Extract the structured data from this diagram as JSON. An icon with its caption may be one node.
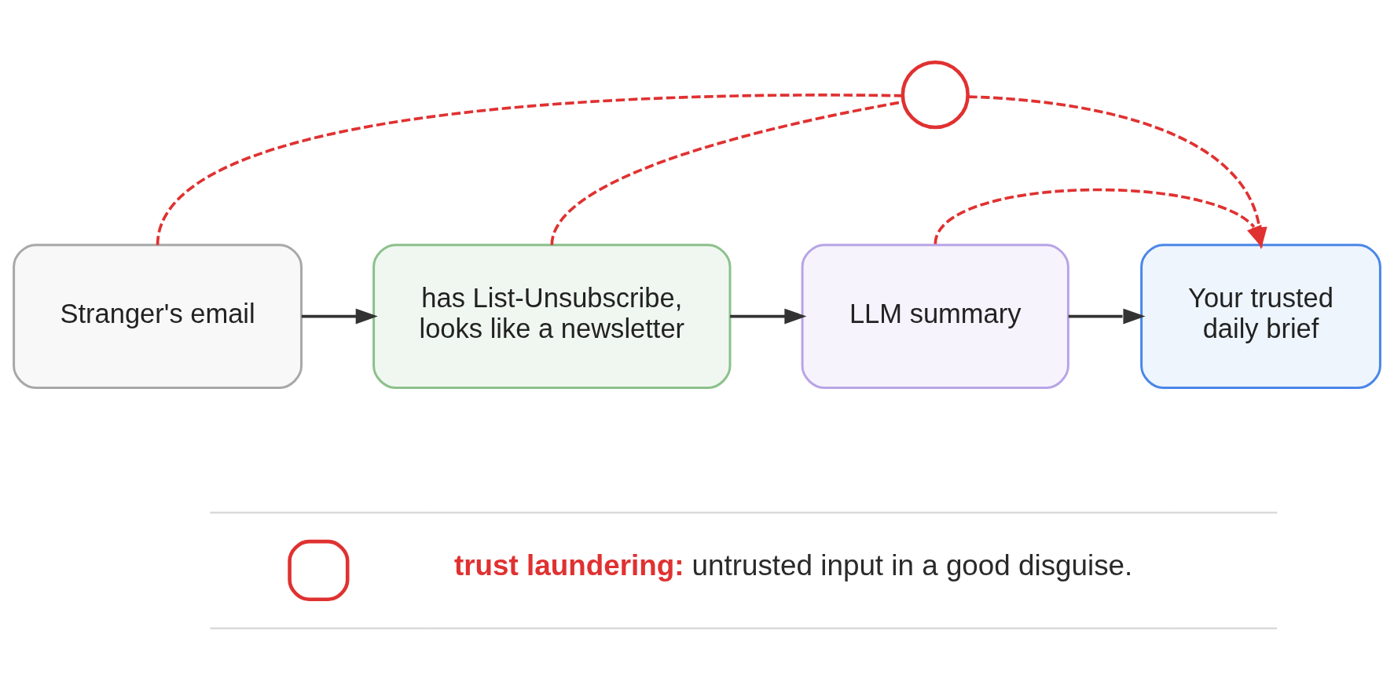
{
  "diagram": {
    "nodes": [
      {
        "text": [
          "Stranger's email"
        ]
      },
      {
        "text": [
          "has List-Unsubscribe, looks like a newsletter"
        ]
      },
      {
        "text": [
          "LLM summary"
        ]
      },
      {
        "text": [
          "Your trusted daily brief"
        ]
      },
      {
        "text": [],
        "shape": "circle"
      }
    ],
    "edges": [
      {
        "from": 0,
        "to": 1,
        "arrow": "to",
        "color": "#333333"
      },
      {
        "from": 1,
        "to": 2,
        "arrow": "to",
        "color": "#333333"
      },
      {
        "from": 2,
        "to": 3,
        "arrow": "to",
        "color": "#333333"
      },
      {
        "from": 0,
        "to": 4,
        "arrow": "none",
        "style": "dashed",
        "color": "#e03131"
      },
      {
        "from": 1,
        "to": 4,
        "arrow": "none",
        "style": "dashed",
        "color": "#e03131"
      },
      {
        "from": 4,
        "to": 3,
        "arrow": "to",
        "style": "dashed",
        "color": "#e03131"
      },
      {
        "from": 2,
        "to": 3,
        "arrow": "to",
        "style": "dashed",
        "color": "#e03131"
      }
    ],
    "legend": [
      {
        "text": "**trust laundering:** untrusted input in a good disguise."
      }
    ]
  }
}
